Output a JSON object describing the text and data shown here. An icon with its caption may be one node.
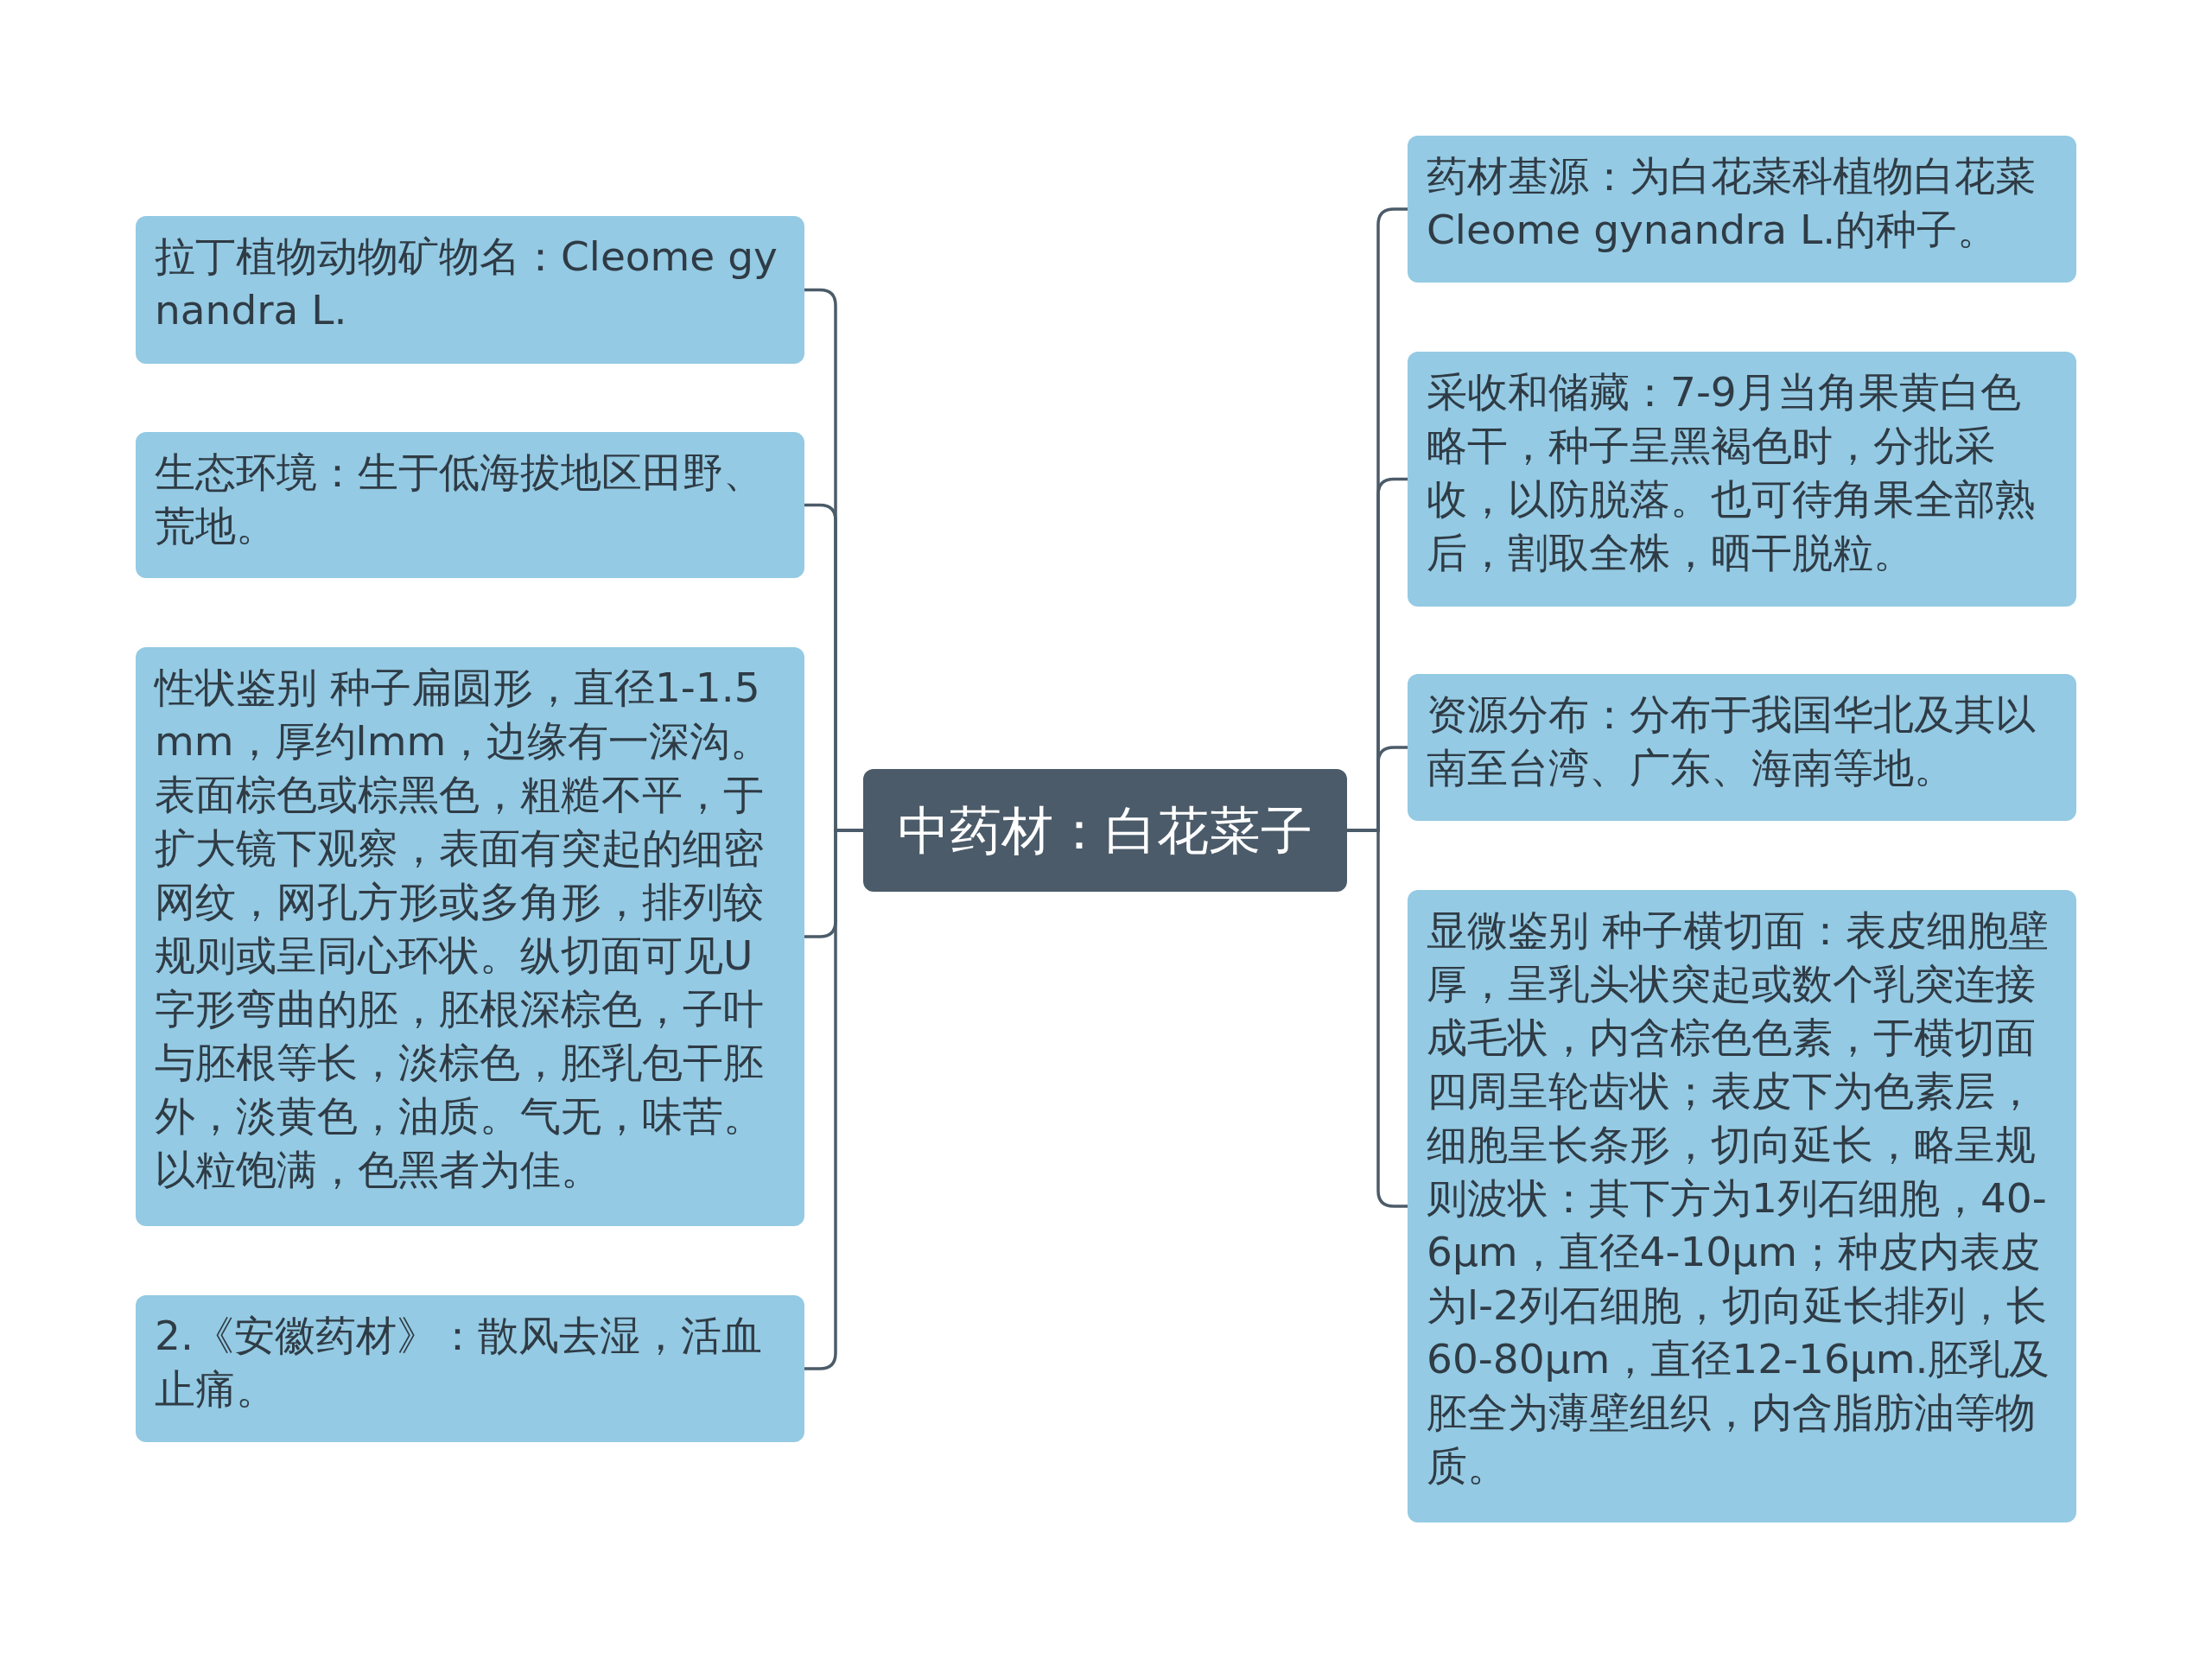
{
  "diagram": {
    "nodes": [
      {
        "text": [
          "中药材：白花菜子"
        ]
      },
      {
        "text": [
          "拉丁植物动物矿物名：Cleome gynandra L."
        ]
      },
      {
        "text": [
          "生态环境：生于低海拔地区田野、荒地。"
        ]
      },
      {
        "text": [
          "性状鉴别 种子扁圆形，直径1-1.5mm，厚约lmm，边缘有一深沟。表面棕色或棕黑色，粗糙不平，于扩大镜下观察，表面有突起的细密网纹，网孔方形或多角形，排列较规则或呈同心环状。纵切面可见U字形弯曲的胚，胚根深棕色，子叶与胚根等长，淡棕色，胚乳包干胚外，淡黄色，油质。气无，味苦。以粒饱满，色黑者为佳。"
        ]
      },
      {
        "text": [
          "2.《安徽药材》：散风去湿，活血止痛。"
        ]
      },
      {
        "text": [
          "药材基源：为白花菜科植物白花菜Cleome gynandra L.的种子。"
        ]
      },
      {
        "text": [
          "采收和储藏：7-9月当角果黄白色略干，种子呈黑褐色时，分批采收，以防脱落。也可待角果全部熟后，割取全株，晒干脱粒。"
        ]
      },
      {
        "text": [
          "资源分布：分布于我国华北及其以南至台湾、广东、海南等地。"
        ]
      },
      {
        "text": [
          "显微鉴别 种子横切面：表皮细胞壁厚，呈乳头状突起或数个乳突连接成毛状，内含棕色色素，于横切面四周呈轮齿状；表皮下为色素层，细胞呈长条形，切向延长，略呈规则波状：其下方为1列石细胞，40-6μm，直径4-10μm；种皮内表皮为l-2列石细胞，切向延长排列，长60-80μm，直径12-16μm.胚乳及胚全为薄壁组织，内含脂肪油等物质。"
        ]
      }
    ],
    "edges": [
      {
        "from": 0,
        "to": 1,
        "arrow": "none"
      },
      {
        "from": 0,
        "to": 2,
        "arrow": "none"
      },
      {
        "from": 0,
        "to": 3,
        "arrow": "none"
      },
      {
        "from": 0,
        "to": 4,
        "arrow": "none"
      },
      {
        "from": 0,
        "to": 5,
        "arrow": "none"
      },
      {
        "from": 0,
        "to": 6,
        "arrow": "none"
      },
      {
        "from": 0,
        "to": 7,
        "arrow": "none"
      },
      {
        "from": 0,
        "to": 8,
        "arrow": "none"
      }
    ]
  }
}
